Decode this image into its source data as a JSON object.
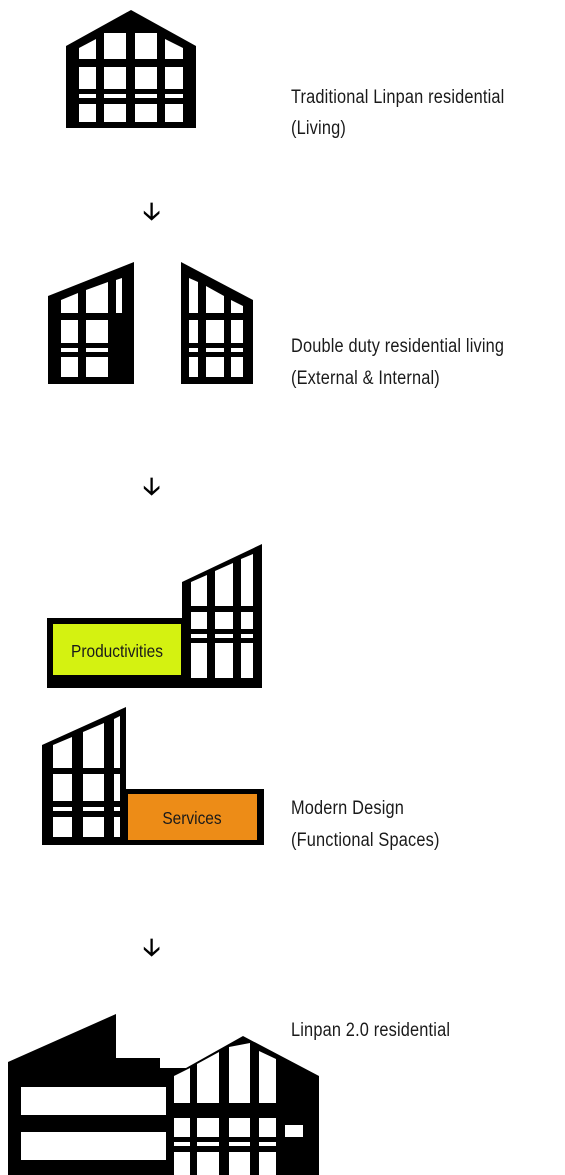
{
  "stages": [
    {
      "label": "Traditional Linpan residential",
      "sub": "(Living)"
    },
    {
      "label": "Double duty residential living",
      "sub": "(External & Internal)"
    },
    {
      "box_label": "Productivities"
    },
    {
      "label": "Modern Design",
      "sub": "(Functional Spaces)",
      "box_label": "Services"
    },
    {
      "label": "Linpan 2.0 residential"
    }
  ],
  "arrow_symbol": "🡣",
  "colors": {
    "ink": "#000000",
    "productivities": "#d4f211",
    "services": "#ed8c17"
  }
}
